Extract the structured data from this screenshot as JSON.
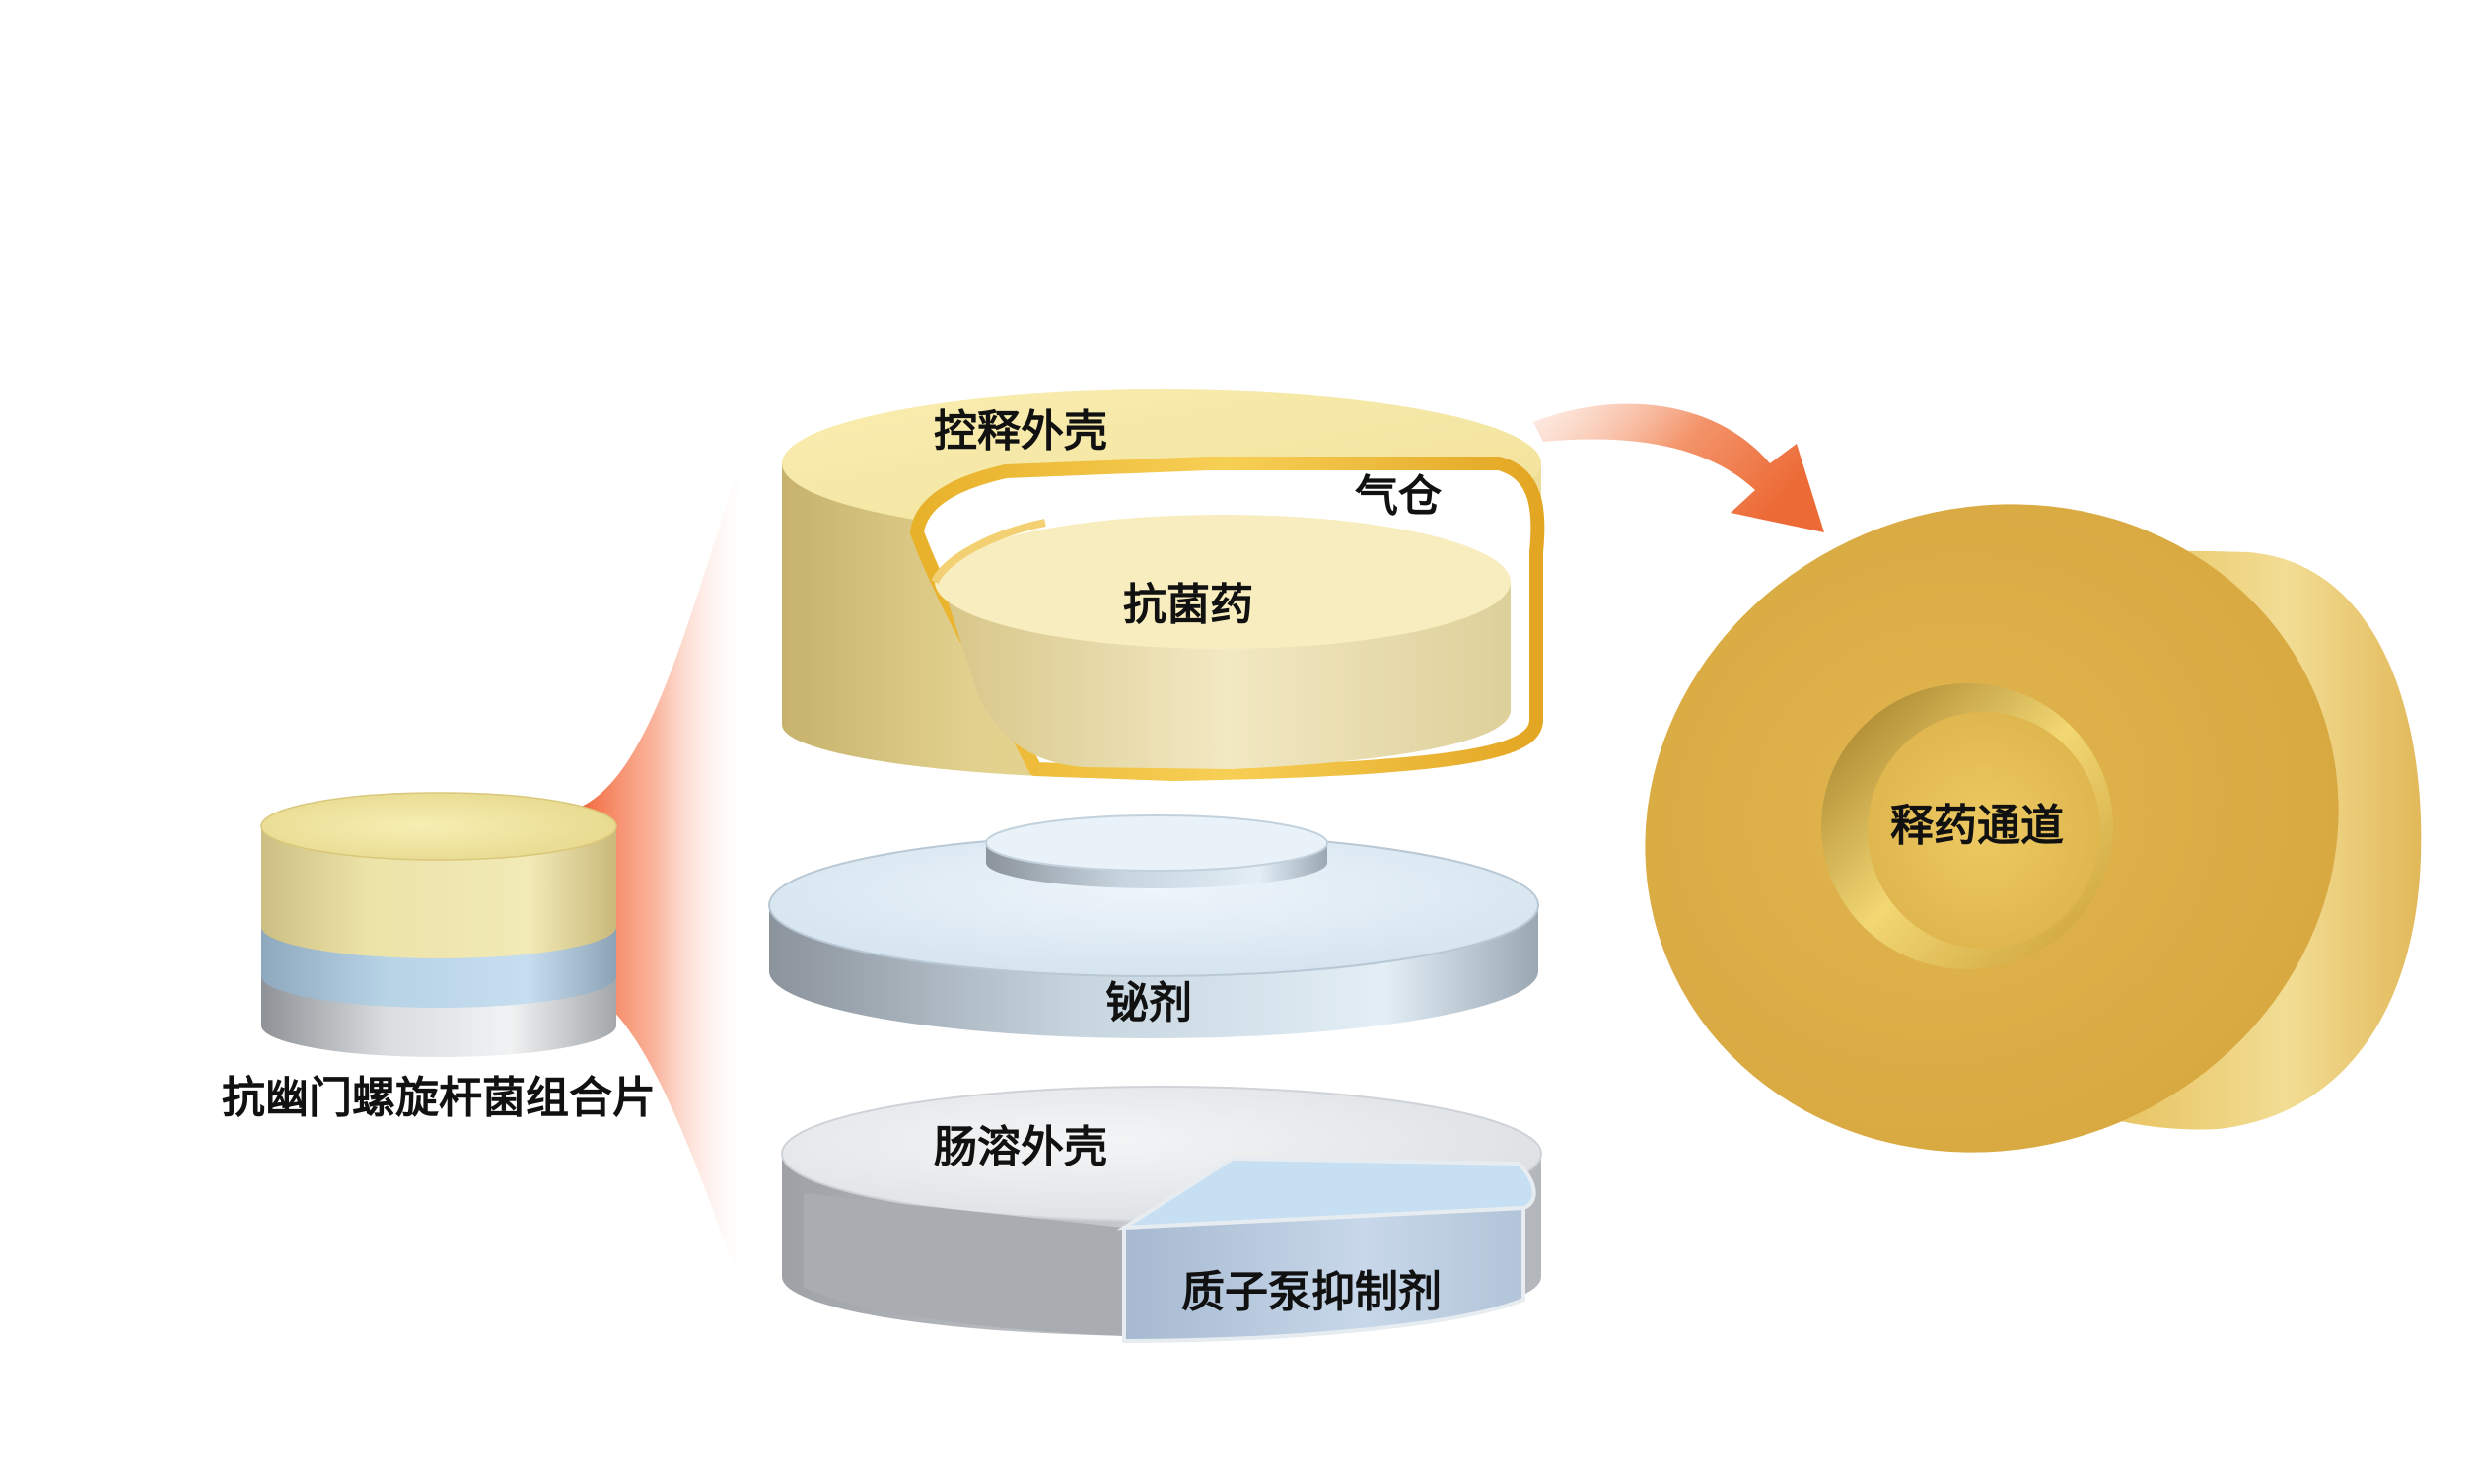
{
  "labels": {
    "tablet": "抗幽门螺旋杆菌组合片",
    "controlled_shell": "控释外壳",
    "air_chamber": "气仓",
    "antibiotic": "抗菌药",
    "bismuth": "铋剂",
    "enteric_shell": "肠溶外壳",
    "ppi": "质子泵抑制剂",
    "release_channel": "释药通道"
  },
  "colors": {
    "gold": "#e9bd52",
    "pale_yellow": "#f7eaa8",
    "light_blue": "#c5dff2",
    "silver": "#b9bec4",
    "arrow_orange": "#f0763e",
    "fan_orange": "#f6825a"
  }
}
